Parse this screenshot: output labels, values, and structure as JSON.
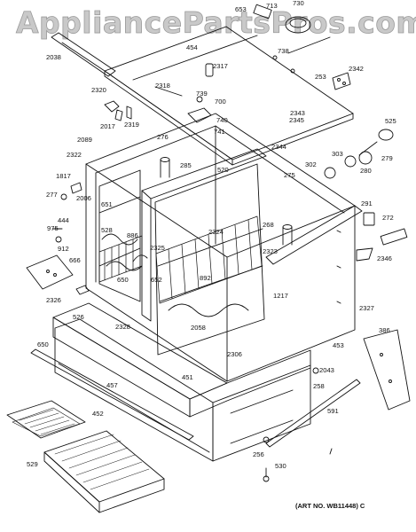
{
  "watermark": "AppliancePartsPros.com",
  "art_number": "(ART NO. WB11448) C",
  "part_callouts": [
    "653",
    "713",
    "730",
    "2038",
    "454",
    "2317",
    "738",
    "2342",
    "253",
    "2318",
    "739",
    "700",
    "740",
    "741",
    "2320",
    "2017",
    "2319",
    "2343",
    "2345",
    "2089",
    "276",
    "2344",
    "525",
    "2322",
    "285",
    "520",
    "279",
    "303",
    "302",
    "280",
    "1817",
    "277",
    "2006",
    "275",
    "651",
    "528",
    "886",
    "291",
    "272",
    "444",
    "975",
    "912",
    "2324",
    "268",
    "2325",
    "2323",
    "2346",
    "666",
    "650",
    "652",
    "892",
    "1217",
    "2326",
    "526",
    "2058",
    "2327",
    "2328",
    "650",
    "2306",
    "453",
    "2043",
    "386",
    "457",
    "451",
    "258",
    "591",
    "452",
    "256",
    "530",
    "529"
  ]
}
